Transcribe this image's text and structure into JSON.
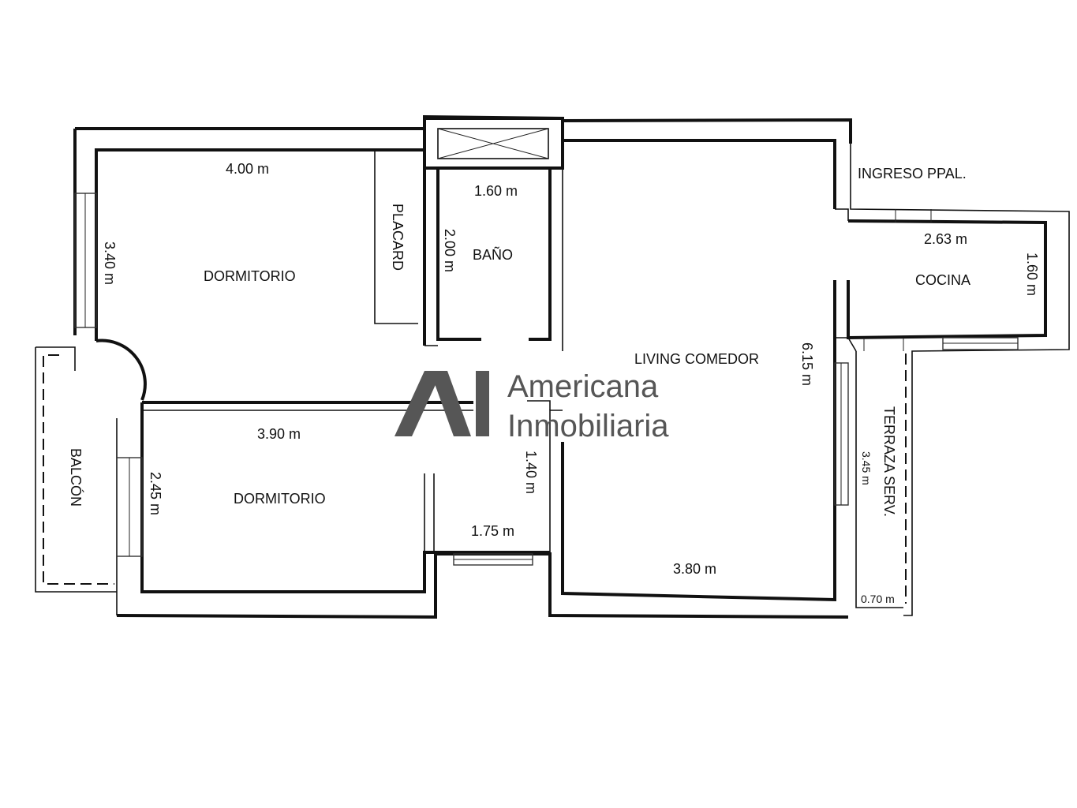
{
  "rooms": {
    "dormitorio_1": "DORMITORIO",
    "placard": "PLACARD",
    "bano": "BAÑO",
    "living_comedor": "LIVING COMEDOR",
    "cocina": "COCINA",
    "ingreso": "INGRESO PPAL.",
    "dormitorio_2": "DORMITORIO",
    "balcon": "BALCÓN",
    "terraza": "TERRAZA SERV."
  },
  "dimensions": {
    "dorm1_width": "4.00 m",
    "dorm1_depth": "3.40 m",
    "bano_width": "1.60 m",
    "bano_depth": "2.00 m",
    "cocina_width": "2.63 m",
    "cocina_depth": "1.60 m",
    "living_depth": "6.15 m",
    "living_width": "3.80 m",
    "dorm2_width": "3.90 m",
    "dorm2_depth": "2.45 m",
    "hall_depth": "1.40 m",
    "hall_width": "1.75 m",
    "terraza_depth": "3.45 m",
    "terraza_width": "0.70 m"
  },
  "watermark": {
    "line1": "Americana",
    "line2": "Inmobiliaria",
    "color": "#565656"
  }
}
